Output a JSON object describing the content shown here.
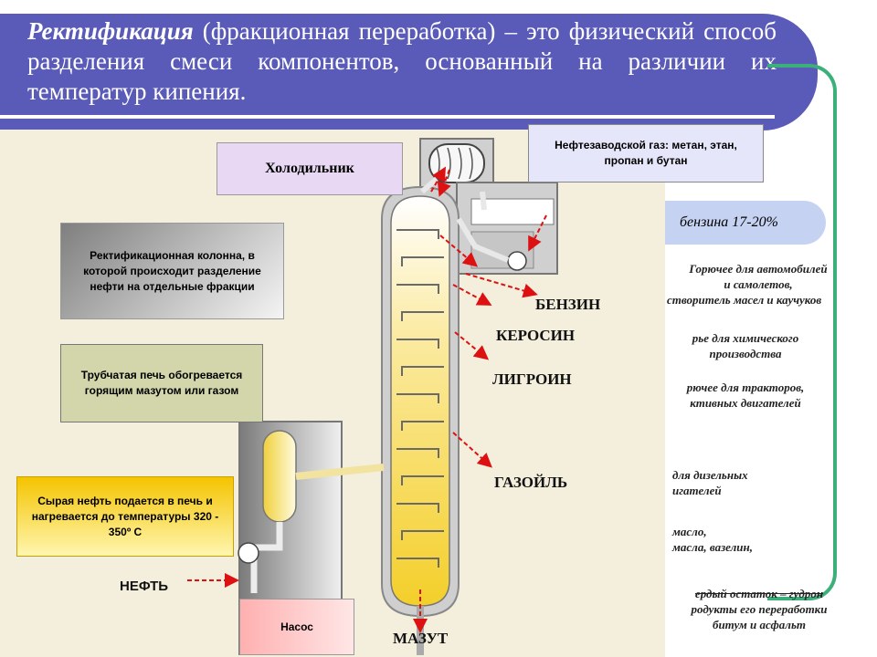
{
  "header": {
    "term": "Ректификация",
    "definition": " (фракционная переработка) – это физический способ разделения смеси компонентов, основанный на различии их температур кипения."
  },
  "boxes": {
    "cooler": "Холодильник",
    "column": "Ректификационная колонна, в которой происходит разделение нефти на отдельные фракции",
    "furnace": "Трубчатая печь обогревается горящим мазутом или газом",
    "crude": "Сырая нефть подается в печь и нагревается до температуры 320 - 350º С",
    "pump": "Насос",
    "gas": "Нефтезаводской газ: метан, этан, пропан и бутан"
  },
  "fractions": {
    "benzin": "БЕНЗИН",
    "kerosin": "КЕРОСИН",
    "ligroin": "ЛИГРОИН",
    "gazoil": "ГАЗОЙЛЬ",
    "mazut": "МАЗУТ",
    "neft": "НЕФТЬ"
  },
  "notes": {
    "benzin_share": "бензина 17-20%",
    "n1_line1": "Горючее для автомобилей",
    "n1_line2": "и самолетов,",
    "n1_line3": "створитель масел и каучуков",
    "n2_line1": "рье для химического",
    "n2_line2": "производства",
    "n3_line1": "рючее для тракторов,",
    "n3_line2": "ктивных двигателей",
    "n4_line1": "для дизельных",
    "n4_line2": "игателей",
    "n5_line1": "масло,",
    "n5_line2": "масла, вазелин,",
    "n6_line1": "ердый остаток – гудрон",
    "n6_line2": "родукты его переработки",
    "n6_line3": "битум и асфальт"
  },
  "colors": {
    "header_bg": "#5a5ab8",
    "frame": "#3cb07a",
    "arrow": "#dd1111",
    "column_fill": "#f6d64a",
    "cooler_box": "#e8d8f4",
    "pump_box": "#ffcccc",
    "gas_box": "#e6e6fa"
  }
}
